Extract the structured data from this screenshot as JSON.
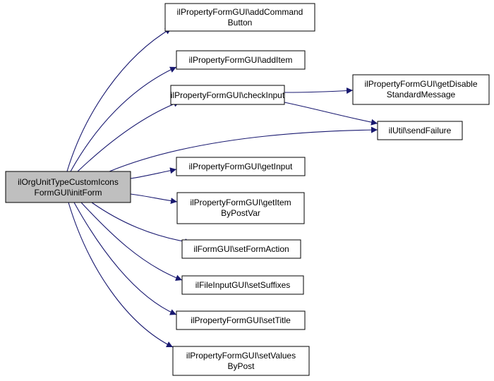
{
  "colors": {
    "edge": "#191970",
    "root_fill": "#bfbfbf",
    "node_fill": "#ffffff",
    "border": "#000000"
  },
  "nodes": {
    "root": [
      "ilOrgUnitTypeCustomIcons",
      "FormGUI\\initForm"
    ],
    "addCommandButton": [
      "ilPropertyFormGUI\\addCommand",
      "Button"
    ],
    "addItem": [
      "ilPropertyFormGUI\\addItem"
    ],
    "checkInput": [
      "ilPropertyFormGUI\\checkInput"
    ],
    "getDisableStandardMessage": [
      "ilPropertyFormGUI\\getDisable",
      "StandardMessage"
    ],
    "sendFailure": [
      "ilUtil\\sendFailure"
    ],
    "getInput": [
      "ilPropertyFormGUI\\getInput"
    ],
    "getItemByPostVar": [
      "ilPropertyFormGUI\\getItem",
      "ByPostVar"
    ],
    "setFormAction": [
      "ilFormGUI\\setFormAction"
    ],
    "setSuffixes": [
      "ilFileInputGUI\\setSuffixes"
    ],
    "setTitle": [
      "ilPropertyFormGUI\\setTitle"
    ],
    "setValuesByPost": [
      "ilPropertyFormGUI\\setValues",
      "ByPost"
    ]
  }
}
